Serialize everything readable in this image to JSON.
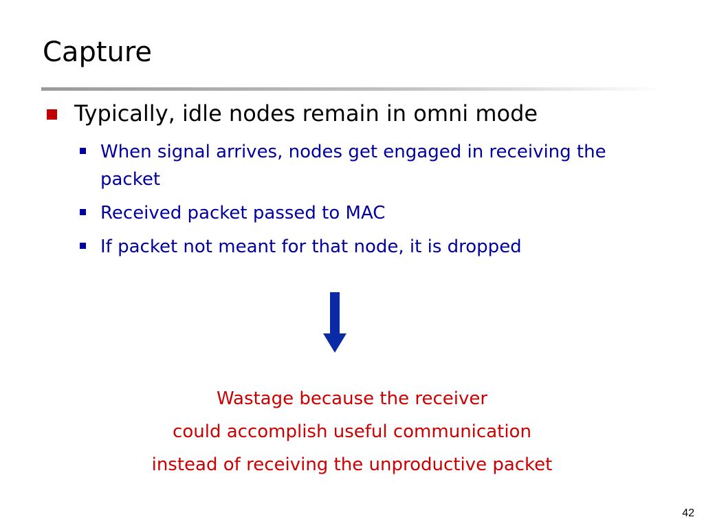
{
  "slide": {
    "title": "Capture",
    "bullet": "Typically, idle nodes remain in omni mode",
    "sub_bullets": [
      "When signal arrives, nodes get engaged in receiving the packet",
      "Received packet passed to MAC",
      "If packet not meant for that node, it is dropped"
    ],
    "arrow_icon": "down-arrow-icon",
    "conclusion": [
      "Wastage because the receiver",
      "could accomplish useful communication",
      "instead of receiving the unproductive packet"
    ],
    "page_number": "42"
  },
  "colors": {
    "bullet_marker": "#c00000",
    "sub_text": "#0000a0",
    "arrow": "#0a2aa6",
    "conclusion_text": "#cc0000",
    "title_text": "#000000"
  }
}
